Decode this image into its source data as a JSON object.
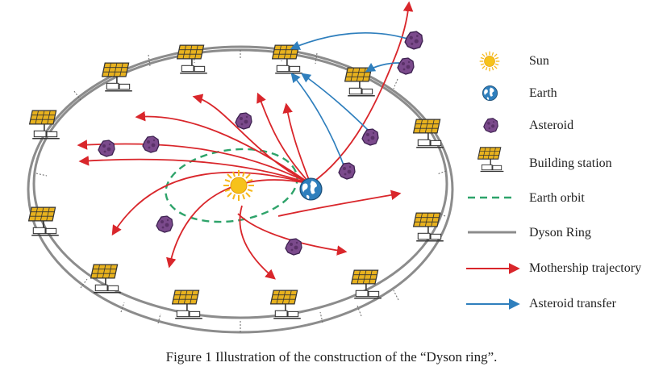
{
  "legend": {
    "sun": "Sun",
    "earth": "Earth",
    "asteroid": "Asteroid",
    "building_station": "Building station",
    "earth_orbit": "Earth orbit",
    "dyson_ring": "Dyson Ring",
    "mothership_trajectory": "Mothership trajectory",
    "asteroid_transfer": "Asteroid transfer"
  },
  "caption": "Figure 1 Illustration of the construction of the “Dyson ring”.",
  "colors": {
    "ring": "#8c8c8c",
    "orbit": "#2ea36a",
    "mothership": "#d9262b",
    "transfer": "#2f7fbd",
    "asteroid": "#7b4a8c",
    "sun": "#f6b81b",
    "panel": "#e8b21e"
  },
  "icons": [
    "sun-icon",
    "earth-icon",
    "asteroid-icon",
    "building-station-icon"
  ]
}
